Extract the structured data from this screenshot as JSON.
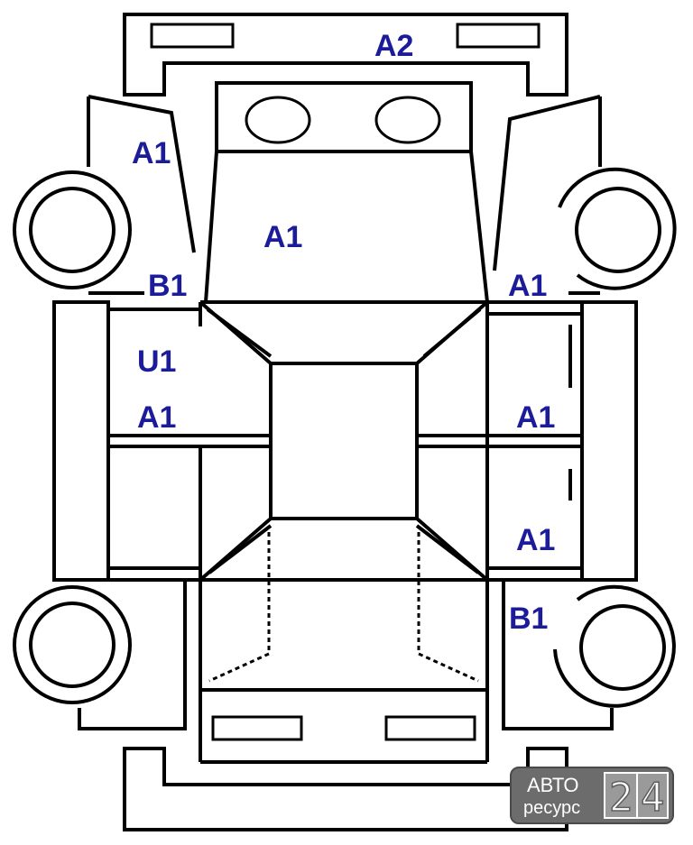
{
  "colors": {
    "label": "#1c1c9b",
    "line": "#000000",
    "watermark_bg": "#6c6c6c",
    "watermark_fg": "#ffffff"
  },
  "zones": {
    "rear_bumper": "A2",
    "trunk_lid": "A1",
    "rear_left_quarter": "A1",
    "rear_left_lower": "B1",
    "rear_right_quarter": "A1",
    "left_rear_door_top": "U1",
    "left_rear_door": "A1",
    "right_rear_door": "A1",
    "right_front_door": "A1",
    "front_right_fender": "B1"
  },
  "watermark": {
    "line1": "АВТО",
    "line2": "ресурс",
    "digit1": "2",
    "digit2": "4"
  }
}
